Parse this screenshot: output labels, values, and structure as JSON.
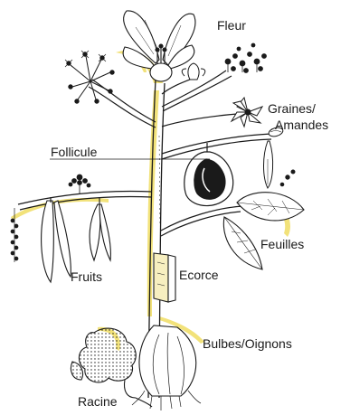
{
  "labels": {
    "fleur": "Fleur",
    "graines_line1": "Graines/",
    "graines_line2": "Amandes",
    "follicule": "Follicule",
    "feuilles": "Feuilles",
    "fruits": "Fruits",
    "ecorce": "Ecorce",
    "bulbes": "Bulbes/Oignons",
    "racine": "Racine"
  },
  "colors": {
    "ink": "#1a1a1a",
    "highlight": "#f2e27a",
    "paper": "#ffffff"
  }
}
